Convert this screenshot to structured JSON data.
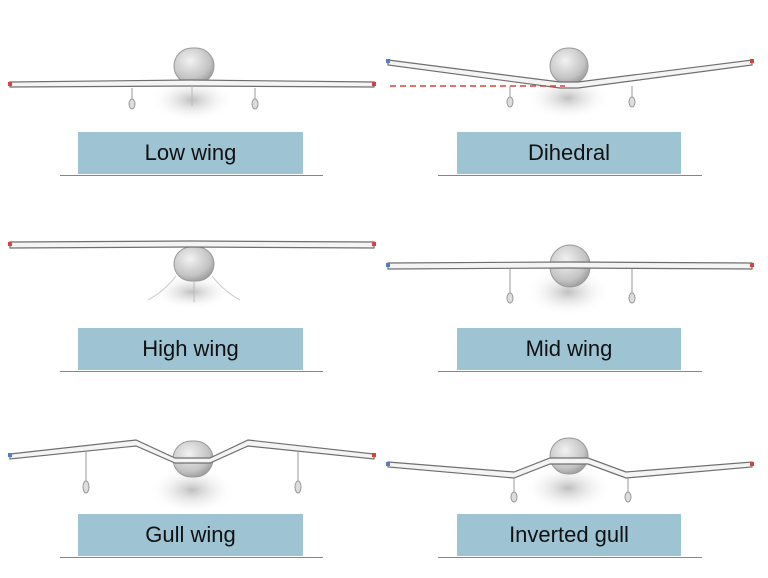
{
  "colors": {
    "label_bg": "#9ec3d3",
    "wing_stroke": "#6f6f6f",
    "wing_fill": "#f4f4f4",
    "fuselage": "#c9c9c9",
    "shadow": "#bdbdbd",
    "wingtip_red": "#d2453a",
    "wingtip_blue": "#5b7bc0",
    "reference_line": "#e0403a"
  },
  "panels": [
    {
      "id": "low",
      "label": "Low wing"
    },
    {
      "id": "dihedral",
      "label": "Dihedral"
    },
    {
      "id": "high",
      "label": "High wing"
    },
    {
      "id": "mid",
      "label": "Mid wing"
    },
    {
      "id": "gull",
      "label": "Gull wing"
    },
    {
      "id": "inverted-gull",
      "label": "Inverted gull"
    }
  ]
}
